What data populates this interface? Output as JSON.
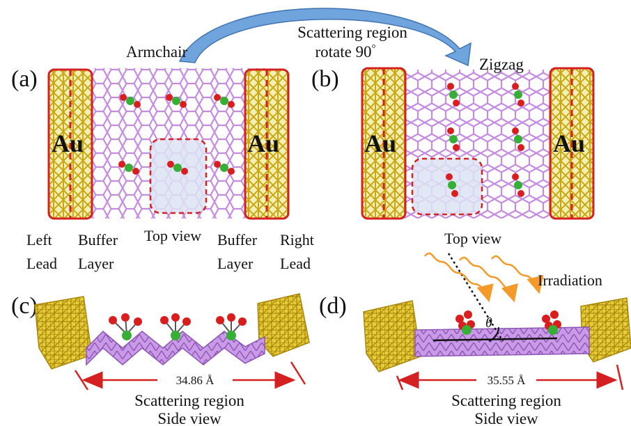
{
  "header": {
    "rotation_caption_line1": "Scattering region",
    "rotation_caption_line2": "rotate 90",
    "rotation_degree_symbol": "°",
    "armchair_label": "Armchair",
    "zigzag_label": "Zigzag"
  },
  "panels": {
    "a": "(a)",
    "b": "(b)",
    "c": "(c)",
    "d": "(d)"
  },
  "electrode_label": "Au",
  "panel_a": {
    "left_lead": [
      "Left",
      "Lead"
    ],
    "buffer_left": [
      "Buffer",
      "Layer"
    ],
    "top_view": "Top view",
    "buffer_right": [
      "Buffer",
      "Layer"
    ],
    "right_lead": [
      "Right",
      "Lead"
    ]
  },
  "panel_b": {
    "top_view": "Top view",
    "irradiation": "Irradiation",
    "angle_symbol": "θ"
  },
  "panel_c": {
    "length": "34.86 Å",
    "caption_line1": "Scattering  region",
    "caption_line2": "Side view"
  },
  "panel_d": {
    "length": "35.55 Å",
    "caption_line1": "Scattering  region",
    "caption_line2": "Side view"
  },
  "colors": {
    "gold_fill": "#f3efb4",
    "gold_stroke": "#c9a712",
    "frame_red": "#d42020",
    "lattice_purple": "#c58be0",
    "lattice_purple_dark": "#9b5fc0",
    "highlight_blue": "#dde3f4",
    "arrow_blue": "#5f9ad9",
    "irradiation_orange": "#f39a2b",
    "oxygen_red": "#d81e1e",
    "carbon_green": "#35b035"
  }
}
